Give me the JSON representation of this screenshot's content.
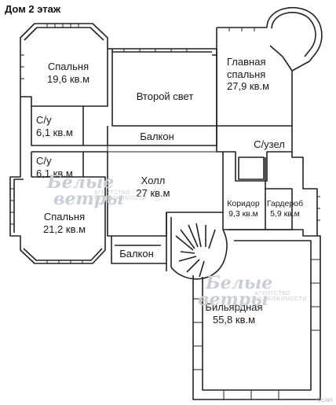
{
  "header": {
    "title": "Дом 2 этаж"
  },
  "rooms": [
    {
      "id": "bedroom-1",
      "name": "Спальня",
      "area": "19,6 кв.м"
    },
    {
      "id": "second-light",
      "name": "Второй свет",
      "area": ""
    },
    {
      "id": "master-bedroom",
      "name": "Главная спальня",
      "area": "27,9 кв.м"
    },
    {
      "id": "bath-1",
      "name": "С/у",
      "area": "6,1 кв.м"
    },
    {
      "id": "balcony-top",
      "name": "Балкон",
      "area": ""
    },
    {
      "id": "bathroom-unit",
      "name": "С/узел",
      "area": ""
    },
    {
      "id": "bath-2",
      "name": "С/у",
      "area": "6,1 кв.м"
    },
    {
      "id": "hall",
      "name": "Холл",
      "area": "27 кв.м"
    },
    {
      "id": "corridor",
      "name": "Коридор",
      "area": "9,3 кв.м"
    },
    {
      "id": "wardrobe",
      "name": "Гардероб",
      "area": "5,9 кв.м"
    },
    {
      "id": "bedroom-2",
      "name": "Спальня",
      "area": "21,2 кв.м"
    },
    {
      "id": "balcony-bottom",
      "name": "Балкон",
      "area": ""
    },
    {
      "id": "billiard",
      "name": "Бильярдная",
      "area": "55,8 кв.м"
    }
  ],
  "watermark": {
    "line1": "Белые",
    "line2": "ветры",
    "line3": "АГЕНТСТВО",
    "line4": "НЕДВИЖИМОСТИ"
  },
  "footer": {
    "credit": "©cian"
  },
  "colors": {
    "wall": "#222222",
    "background": "#ffffff",
    "watermark": "#c9ced6"
  }
}
